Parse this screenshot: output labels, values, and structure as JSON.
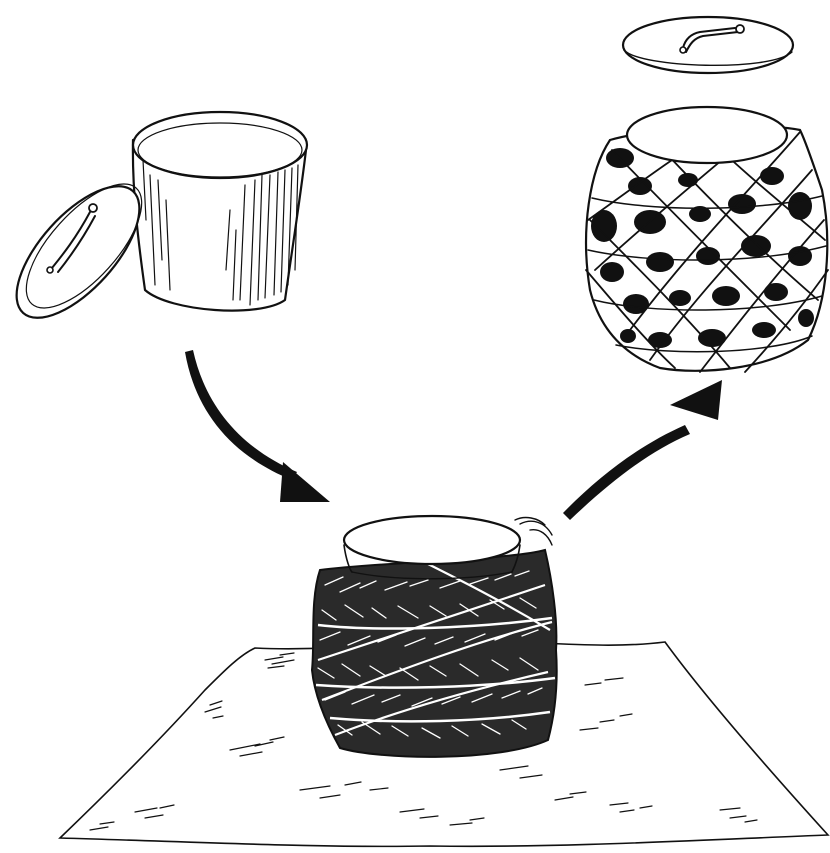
{
  "illustration": {
    "panels": [
      {
        "name": "empty-pot-with-lid"
      },
      {
        "name": "pot-wrapped-on-cloth"
      },
      {
        "name": "pot-in-net-wrap-with-lid"
      }
    ],
    "colors": {
      "background": "#ffffff",
      "ink": "#111111"
    }
  }
}
